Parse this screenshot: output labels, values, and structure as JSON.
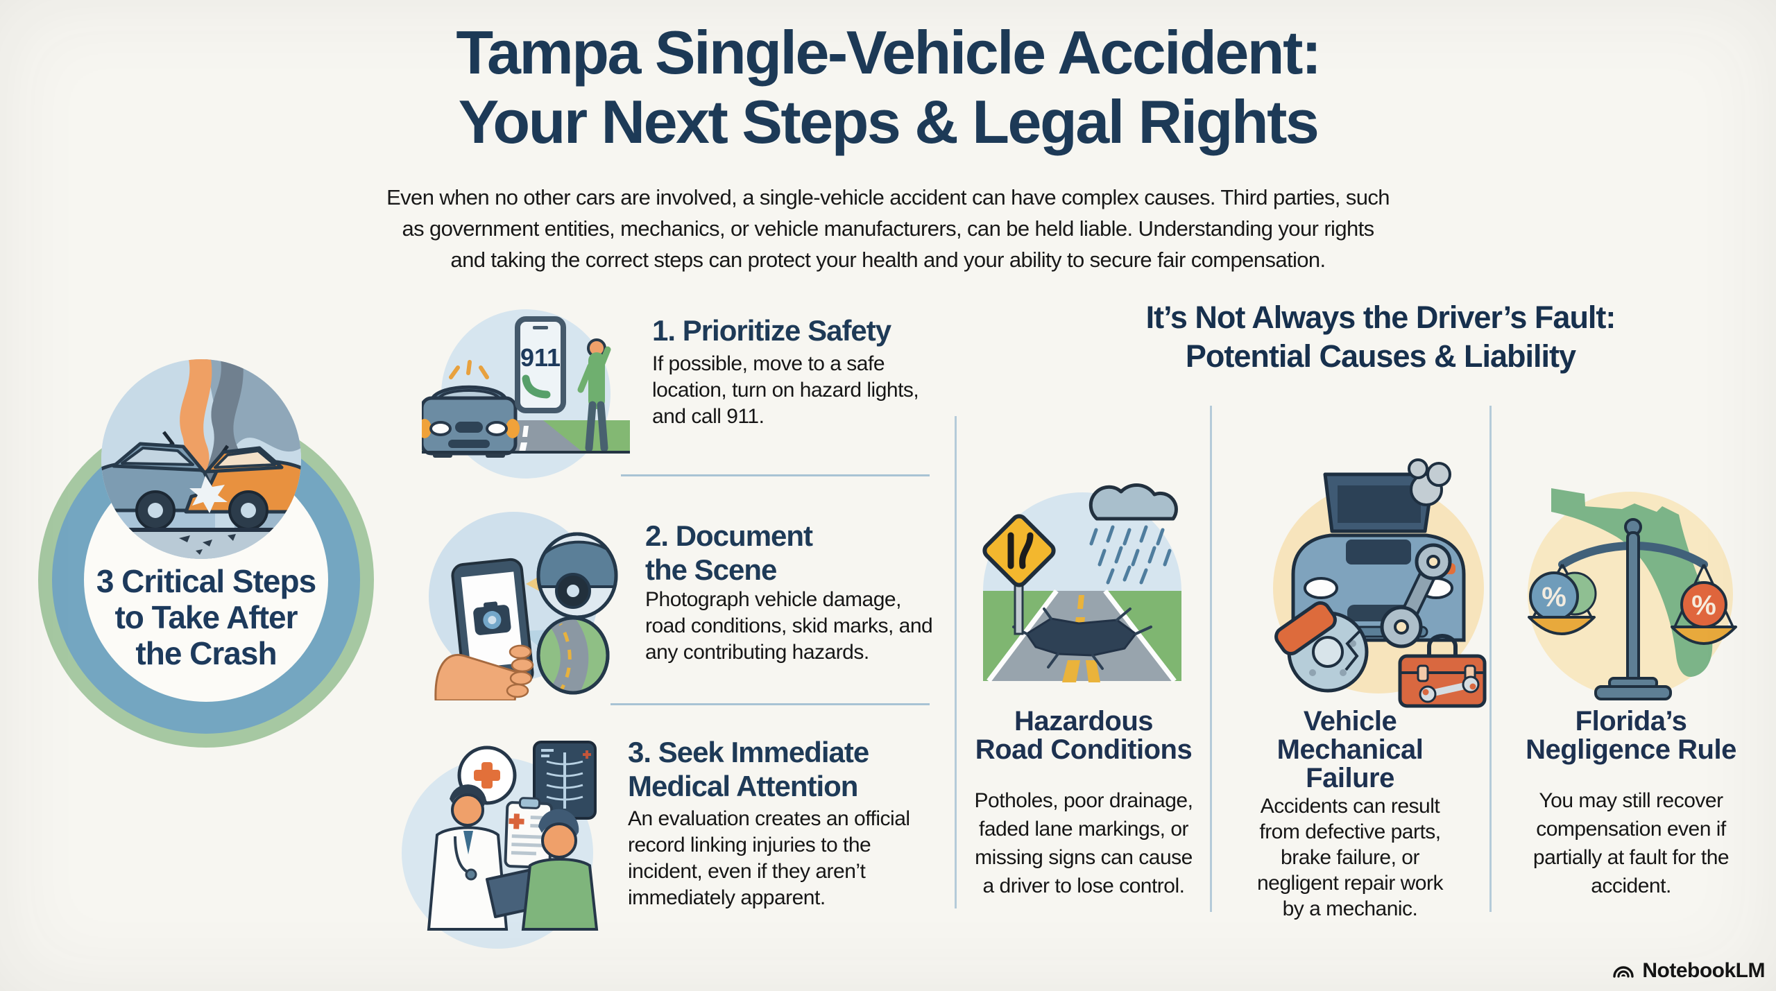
{
  "title": {
    "lines": [
      "Tampa Single-Vehicle Accident:",
      "Your Next Steps & Legal Rights"
    ]
  },
  "intro": {
    "lines": [
      "Even when no other cars are involved, a single-vehicle accident can have complex causes. Third parties, such",
      "as government entities, mechanics, or vehicle manufacturers, can be held liable. Understanding your rights",
      "and taking the correct steps can protect your health and your ability to secure fair compensation."
    ]
  },
  "badge": {
    "lines": [
      "3 Critical Steps",
      "to Take After",
      "the Crash"
    ]
  },
  "steps": [
    {
      "title_lines": [
        "1. Prioritize Safety"
      ],
      "desc_lines": [
        "If possible, move to a safe",
        "location, turn on hazard lights,",
        "and call 911."
      ],
      "phone_label": "911"
    },
    {
      "title_lines": [
        "2. Document",
        "the Scene"
      ],
      "desc_lines": [
        "Photograph vehicle damage,",
        "road conditions, skid marks, and",
        "any contributing hazards."
      ]
    },
    {
      "title_lines": [
        "3. Seek Immediate",
        "Medical Attention"
      ],
      "desc_lines": [
        "An evaluation creates an official",
        "record linking injuries to the",
        "incident, even if they aren’t",
        "immediately apparent."
      ]
    }
  ],
  "causes_section": {
    "header_lines": [
      "It’s Not Always the Driver’s Fault:",
      "Potential Causes & Liability"
    ],
    "items": [
      {
        "title_lines": [
          "Hazardous",
          "Road Conditions"
        ],
        "desc_lines": [
          "Potholes, poor drainage,",
          "faded lane markings, or",
          "missing signs can cause",
          "a driver to lose control."
        ]
      },
      {
        "title_lines": [
          "Vehicle",
          "Mechanical",
          "Failure"
        ],
        "desc_lines": [
          "Accidents can result",
          "from defective parts,",
          "brake failure, or",
          "negligent repair work",
          "by a mechanic."
        ]
      },
      {
        "title_lines": [
          "Florida’s",
          "Negligence Rule"
        ],
        "desc_lines": [
          "You may still recover",
          "compensation even if",
          "partially at fault for the",
          "accident."
        ],
        "left_percent": "%",
        "right_percent": "%"
      }
    ]
  },
  "footer": {
    "brand": "NotebookLM"
  },
  "colors": {
    "background": "#f7f6f1",
    "heading_navy": "#1d3a57",
    "body_text": "#161616",
    "divider": "#b5cbd9",
    "ring_green": "#a6c8a2",
    "ring_blue": "#74a6c1",
    "accent_orange": "#e8913f",
    "grass_green": "#7fb671",
    "cream": "#f7e4bc"
  }
}
